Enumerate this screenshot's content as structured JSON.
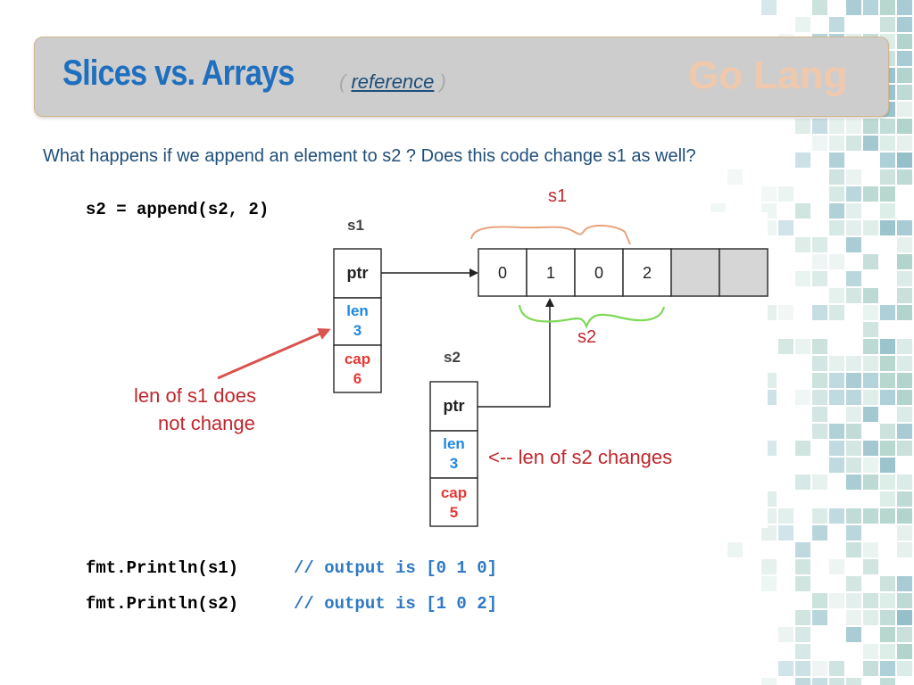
{
  "slide": {
    "title": "Slices vs. Arrays",
    "reference_open": "( ",
    "reference_link": "reference",
    "reference_close": " )",
    "brand": "Go Lang",
    "question": "What happens if we append an element to s2 ? Does this code change s1 as well?"
  },
  "code": {
    "append_line": "s2 = append(s2, 2)",
    "print_s1": "fmt.Println(s1)",
    "print_s1_comment": "// output is [0 1 0]",
    "print_s2": "fmt.Println(s2)",
    "print_s2_comment": "// output is [1 0 2]"
  },
  "diagram": {
    "s1_label": "s1",
    "s2_label": "s2",
    "s1_header": {
      "ptr": "ptr",
      "len_label": "len",
      "len_value": "3",
      "cap_label": "cap",
      "cap_value": "6"
    },
    "s2_header": {
      "ptr": "ptr",
      "len_label": "len",
      "len_value": "3",
      "cap_label": "cap",
      "cap_value": "5"
    },
    "array_cells": [
      "0",
      "1",
      "0",
      "2",
      "",
      ""
    ],
    "annotation_s1": "s1",
    "annotation_s2": "s2"
  },
  "notes": {
    "len_s1_line1": "len of s1 does",
    "len_s1_line2": "not change",
    "len_s2": "<-- len of s2 changes"
  },
  "colors": {
    "title_blue": "#1f6fbf",
    "label_blue": "#1e88e5",
    "label_red": "#e53935",
    "note_red": "#c0272d",
    "brace_s1": "#e8a27a",
    "brace_s2": "#7ed957",
    "arrow_red": "#d9534f",
    "comment_blue": "#2e79c5"
  }
}
